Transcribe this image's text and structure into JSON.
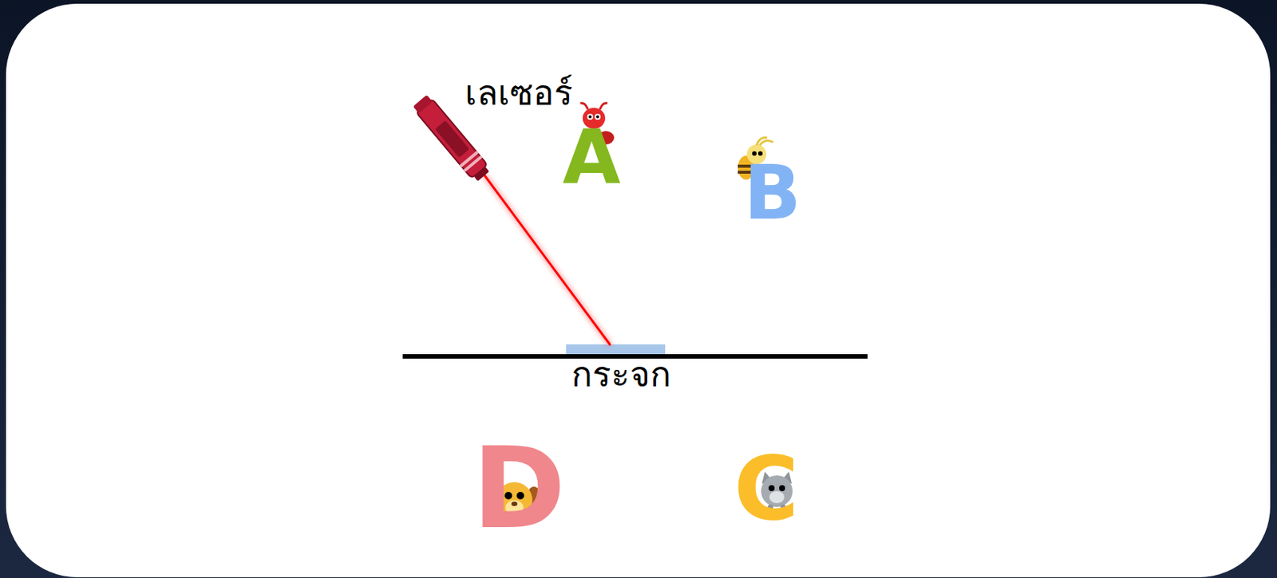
{
  "diagram": {
    "labels": [
      "เลเซอร์",
      "A",
      "B",
      "กระจก",
      "D",
      "C"
    ]
  }
}
